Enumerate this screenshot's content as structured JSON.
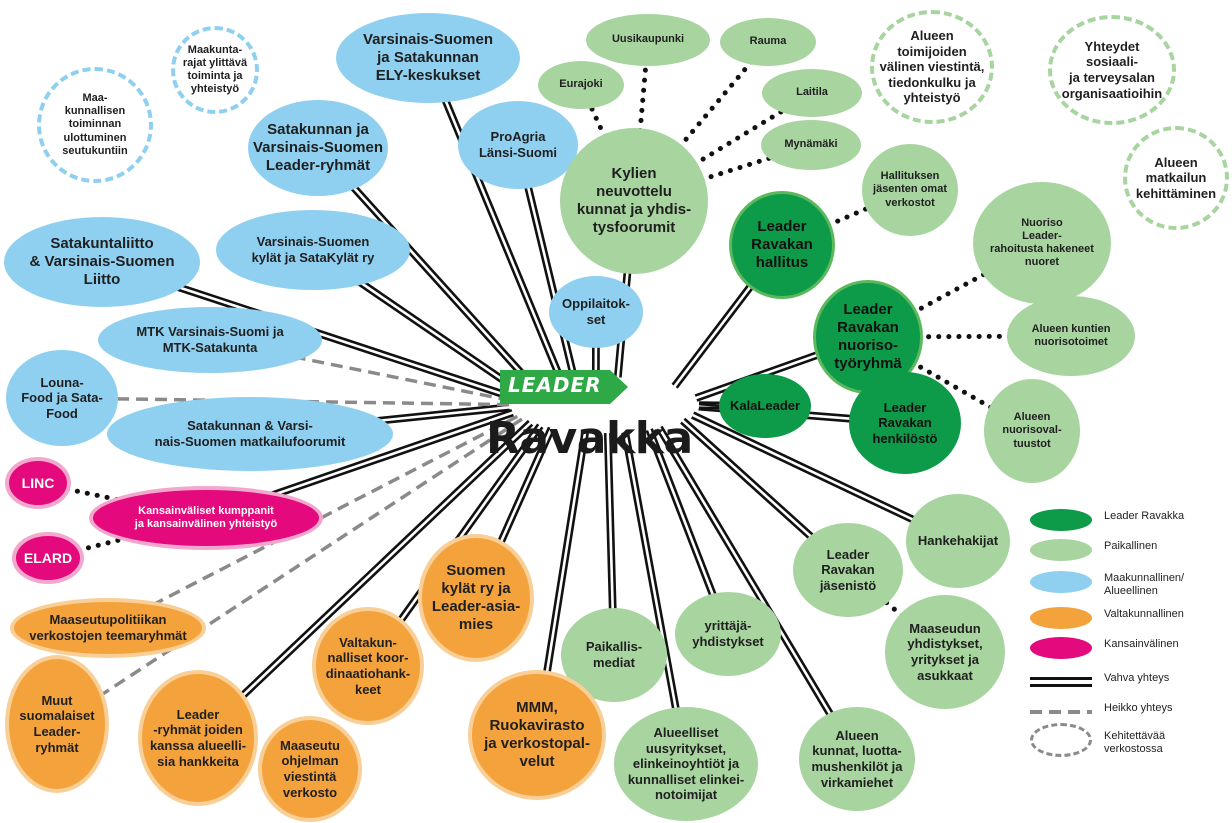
{
  "center": {
    "leader_logo": "LEADER",
    "title": "Ravakka"
  },
  "nodes": [
    {
      "id": "ely",
      "text": "Varsinais-Suomen\nja Satakunnan\nELY-keskukset",
      "type": "regional"
    },
    {
      "id": "maakunta-rajat",
      "text": "Maakunta-\nrajat ylittävä\ntoiminta ja\nyhteistyö",
      "type": "planned-blue"
    },
    {
      "id": "maakunnallisen",
      "text": "Maa-\nkunnallisen\ntoiminnan\nulottuminen\nseutukuntiin",
      "type": "planned-blue"
    },
    {
      "id": "leader-ryhmat-sv",
      "text": "Satakunnan ja\nVarsinais-Suomen\nLeader-ryhmät",
      "type": "regional"
    },
    {
      "id": "proagria",
      "text": "ProAgria\nLänsi-Suomi",
      "type": "regional"
    },
    {
      "id": "satakuntaliitto",
      "text": "Satakuntaliitto\n& Varsinais-Suomen\nLiitto",
      "type": "regional"
    },
    {
      "id": "kylat",
      "text": "Varsinais-Suomen\nkylät ja SataKylät ry",
      "type": "regional"
    },
    {
      "id": "oppilaitokset",
      "text": "Oppilaitok-\nset",
      "type": "regional"
    },
    {
      "id": "mtk",
      "text": "MTK Varsinais-Suomi ja\nMTK-Satakunta",
      "type": "regional"
    },
    {
      "id": "louna",
      "text": "Louna-\nFood ja Sata-\nFood",
      "type": "regional"
    },
    {
      "id": "matkailu",
      "text": "Satakunnan & Varsi-\nnais-Suomen matkailufoorumit",
      "type": "regional"
    },
    {
      "id": "linc",
      "text": "LINC",
      "type": "intl"
    },
    {
      "id": "kansainvaliset",
      "text": "Kansainväliset kumppanit\nja kansainvälinen yhteistyö",
      "type": "intl"
    },
    {
      "id": "elard",
      "text": "ELARD",
      "type": "intl"
    },
    {
      "id": "uusikaupunki",
      "text": "Uusikaupunki",
      "type": "local"
    },
    {
      "id": "rauma",
      "text": "Rauma",
      "type": "local"
    },
    {
      "id": "eurajoki",
      "text": "Eurajoki",
      "type": "local"
    },
    {
      "id": "laitila",
      "text": "Laitila",
      "type": "local"
    },
    {
      "id": "mynamaki",
      "text": "Mynämäki",
      "type": "local"
    },
    {
      "id": "kylien",
      "text": "Kylien\nneuvottelu\nkunnat ja yhdis-\ntysfoorumit",
      "type": "local"
    },
    {
      "id": "alueen-toimijoiden",
      "text": "Alueen\ntoimijoiden\nvälinen viestintä,\ntiedonkulku ja\nyhteistyö",
      "type": "planned"
    },
    {
      "id": "yhteydet",
      "text": "Yhteydet\nsosiaali-\nja terveysalan\norganisaatioihin",
      "type": "planned"
    },
    {
      "id": "matkailun",
      "text": "Alueen\nmatkailun\nkehittäminen",
      "type": "planned"
    },
    {
      "id": "hallituksen",
      "text": "Hallituksen\njäsenten omat\nverkostot",
      "type": "local"
    },
    {
      "id": "hallitus",
      "text": "Leader\nRavakan\nhallitus",
      "type": "leader"
    },
    {
      "id": "nuoriso-leader",
      "text": "Nuoriso\nLeader-\nrahoitusta hakeneet\nnuoret",
      "type": "local"
    },
    {
      "id": "nuorisotyoryhma",
      "text": "Leader\nRavakan\nnuoriso-\ntyöryhmä",
      "type": "leader"
    },
    {
      "id": "nuorisotoimet",
      "text": "Alueen kuntien\nnuorisotoimet",
      "type": "local"
    },
    {
      "id": "kalaleader",
      "text": "KalaLeader",
      "type": "leader-plain"
    },
    {
      "id": "henkilosto",
      "text": "Leader\nRavakan\nhenkilöstö",
      "type": "leader-plain"
    },
    {
      "id": "nuorisovaltuustot",
      "text": "Alueen\nnuorisoval-\ntuustot",
      "type": "local"
    },
    {
      "id": "hankehakijat",
      "text": "Hankehakijat",
      "type": "local"
    },
    {
      "id": "jasenisto",
      "text": "Leader\nRavakan\njäsenistö",
      "type": "local"
    },
    {
      "id": "maaseudun",
      "text": "Maaseudun\nyhdistykset,\nyritykset ja\nasukkaat",
      "type": "local"
    },
    {
      "id": "alueen-kunnat",
      "text": "Alueen\nkunnat, luotta-\nmushenkilöt ja\nvirkamiehet",
      "type": "local"
    },
    {
      "id": "yrittaja",
      "text": "yrittäjä-\nyhdistykset",
      "type": "local"
    },
    {
      "id": "paikallismediat",
      "text": "Paikallis-\nmediat",
      "type": "local"
    },
    {
      "id": "alueelliset",
      "text": "Alueelliset\nuusyritykset,\nelinkeinoyhtiöt ja\nkunnalliset elinkei-\nnotoimijat",
      "type": "local"
    },
    {
      "id": "suomen-kylat",
      "text": "Suomen\nkylät ry ja\nLeader-asia-\nmies",
      "type": "national"
    },
    {
      "id": "mmm",
      "text": "MMM,\nRuokavirasto\nja verkostopal-\nvelut",
      "type": "national"
    },
    {
      "id": "valtakunnalliset",
      "text": "Valtakun-\nnalliset koor-\ndinaatiohank-\nkeet",
      "type": "national"
    },
    {
      "id": "maaseutupolitiikan",
      "text": "Maaseutupolitiikan\nverkostojen teemaryhmät",
      "type": "national"
    },
    {
      "id": "muut",
      "text": "Muut\nsuomalaiset\nLeader-\nryhmät",
      "type": "national"
    },
    {
      "id": "leader-ryhmat-alue",
      "text": "Leader\n-ryhmät joiden\nkanssa alueelli-\nsia hankkeita",
      "type": "national"
    },
    {
      "id": "maaseutuohjelman",
      "text": "Maaseutu\nohjelman\nviestintä\nverkosto",
      "type": "national"
    }
  ],
  "legend": [
    {
      "label": "Leader Ravakka",
      "kind": "leader"
    },
    {
      "label": "Paikallinen",
      "kind": "local"
    },
    {
      "label": "Maakunnallinen/\nAlueellinen",
      "kind": "regional"
    },
    {
      "label": "Valtakunnallinen",
      "kind": "national"
    },
    {
      "label": "Kansainvälinen",
      "kind": "intl"
    },
    {
      "label": "Vahva yhteys",
      "kind": "strong"
    },
    {
      "label": "Heikko yhteys",
      "kind": "weak"
    },
    {
      "label": "Kehitettävää\nverkostossa",
      "kind": "planned"
    }
  ],
  "colors": {
    "leader": "#0d9a49",
    "local": "#a8d4a0",
    "regional": "#8fd0f0",
    "national": "#f4a23c",
    "intl": "#e4097c",
    "line": "#111111",
    "weak": "#8a8a8a"
  }
}
